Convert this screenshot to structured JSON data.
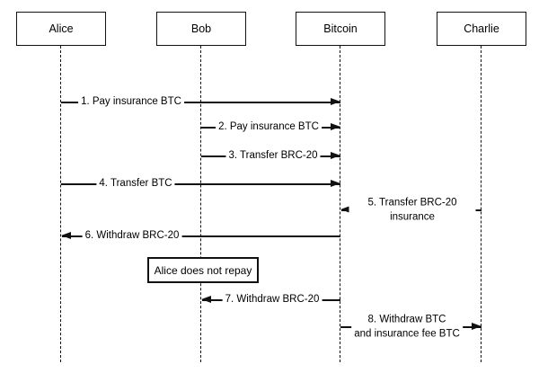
{
  "diagram": {
    "type": "sequence-diagram",
    "background": "#ffffff",
    "colors": {
      "stroke": "#111111",
      "label_background": "#ffffff",
      "text": "#000000"
    },
    "actors": [
      {
        "name": "Alice"
      },
      {
        "name": "Bob"
      },
      {
        "name": "Bitcoin"
      },
      {
        "name": "Charlie"
      }
    ],
    "messages": [
      {
        "label": "1. Pay insurance BTC",
        "from": "Alice",
        "to": "Bitcoin"
      },
      {
        "label": "2. Pay insurance BTC",
        "from": "Bob",
        "to": "Bitcoin"
      },
      {
        "label": "3. Transfer BRC-20",
        "from": "Bob",
        "to": "Bitcoin"
      },
      {
        "label": "4. Transfer BTC",
        "from": "Alice",
        "to": "Bitcoin"
      },
      {
        "label": "5. Transfer BRC-20 insurance",
        "from": "Charlie",
        "to": "Bitcoin"
      },
      {
        "label": "6. Withdraw BRC-20",
        "from": "Bitcoin",
        "to": "Alice"
      },
      {
        "label": "7. Withdraw BRC-20",
        "from": "Bitcoin",
        "to": "Bob"
      },
      {
        "label": "8. Withdraw BTC\nand insurance fee BTC",
        "from": "Bitcoin",
        "to": "Charlie"
      }
    ],
    "note": {
      "text": "Alice does not repay"
    }
  }
}
